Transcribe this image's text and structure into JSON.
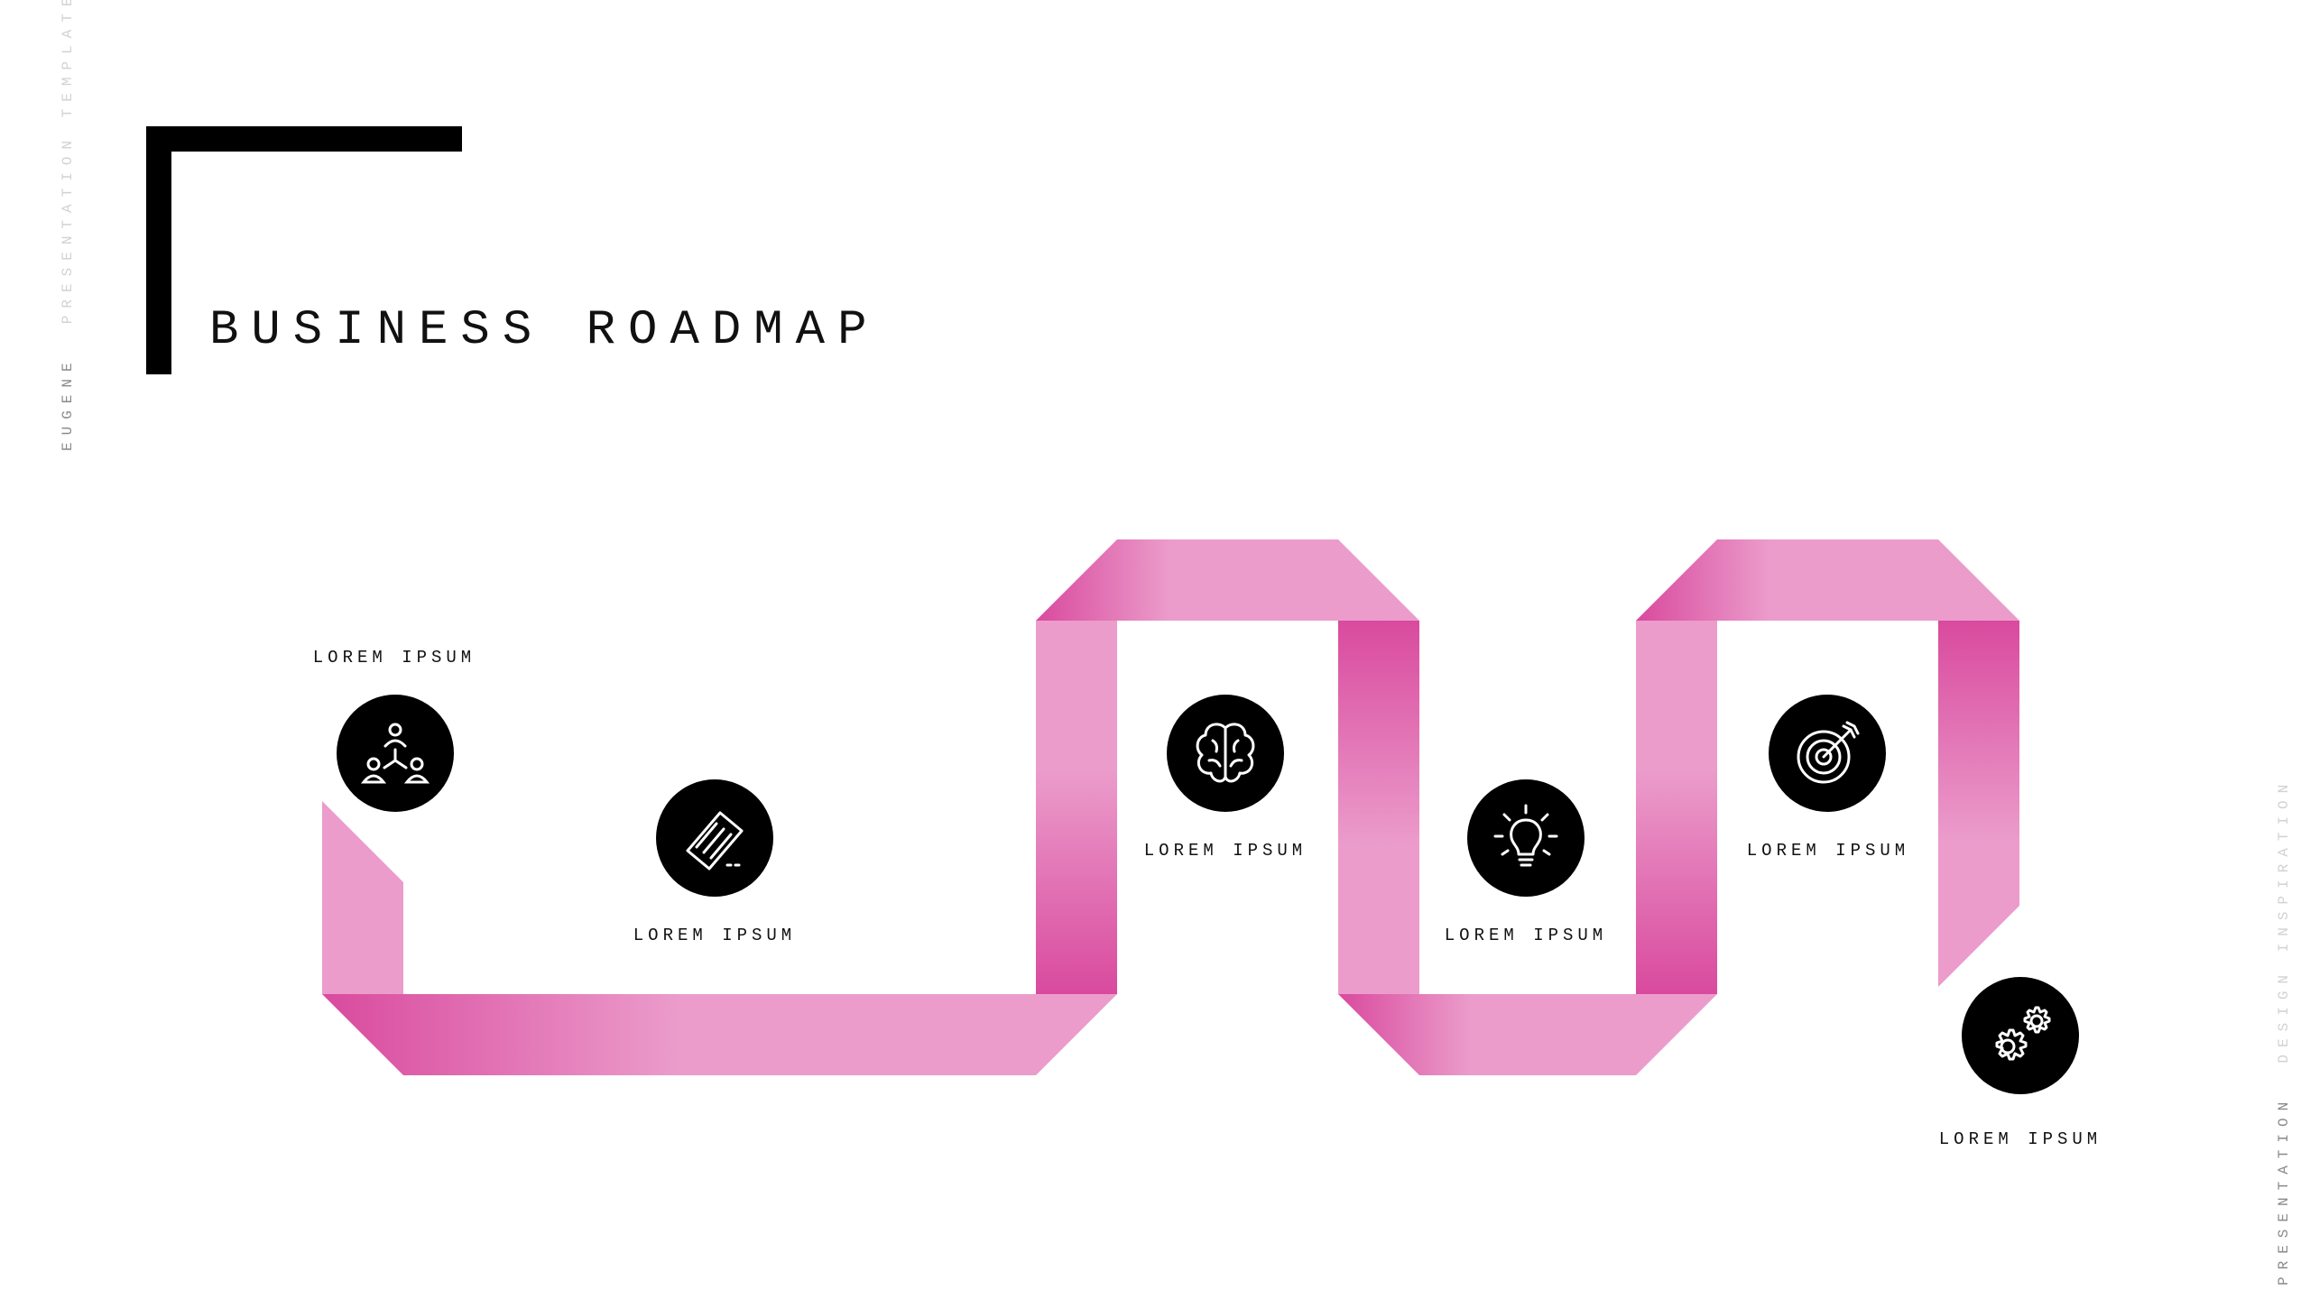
{
  "side_left": {
    "dark": "EUGENE",
    "light": "PRESENTATION TEMPLATE"
  },
  "side_right": {
    "dark": "PRESENTATION",
    "light": "DESIGN INSPIRATION"
  },
  "title": "BUSINESS ROADMAP",
  "steps": [
    {
      "label": "LOREM IPSUM",
      "icon": "people-network-icon"
    },
    {
      "label": "LOREM IPSUM",
      "icon": "ticket-icon"
    },
    {
      "label": "LOREM IPSUM",
      "icon": "brain-icon"
    },
    {
      "label": "LOREM IPSUM",
      "icon": "lightbulb-icon"
    },
    {
      "label": "LOREM IPSUM",
      "icon": "target-icon"
    },
    {
      "label": "LOREM IPSUM",
      "icon": "gears-icon"
    }
  ],
  "colors": {
    "ribbon_light": "#eb9ccb",
    "ribbon_dark": "#d94a9e",
    "icon_bg": "#000000",
    "icon_fg": "#ffffff"
  }
}
